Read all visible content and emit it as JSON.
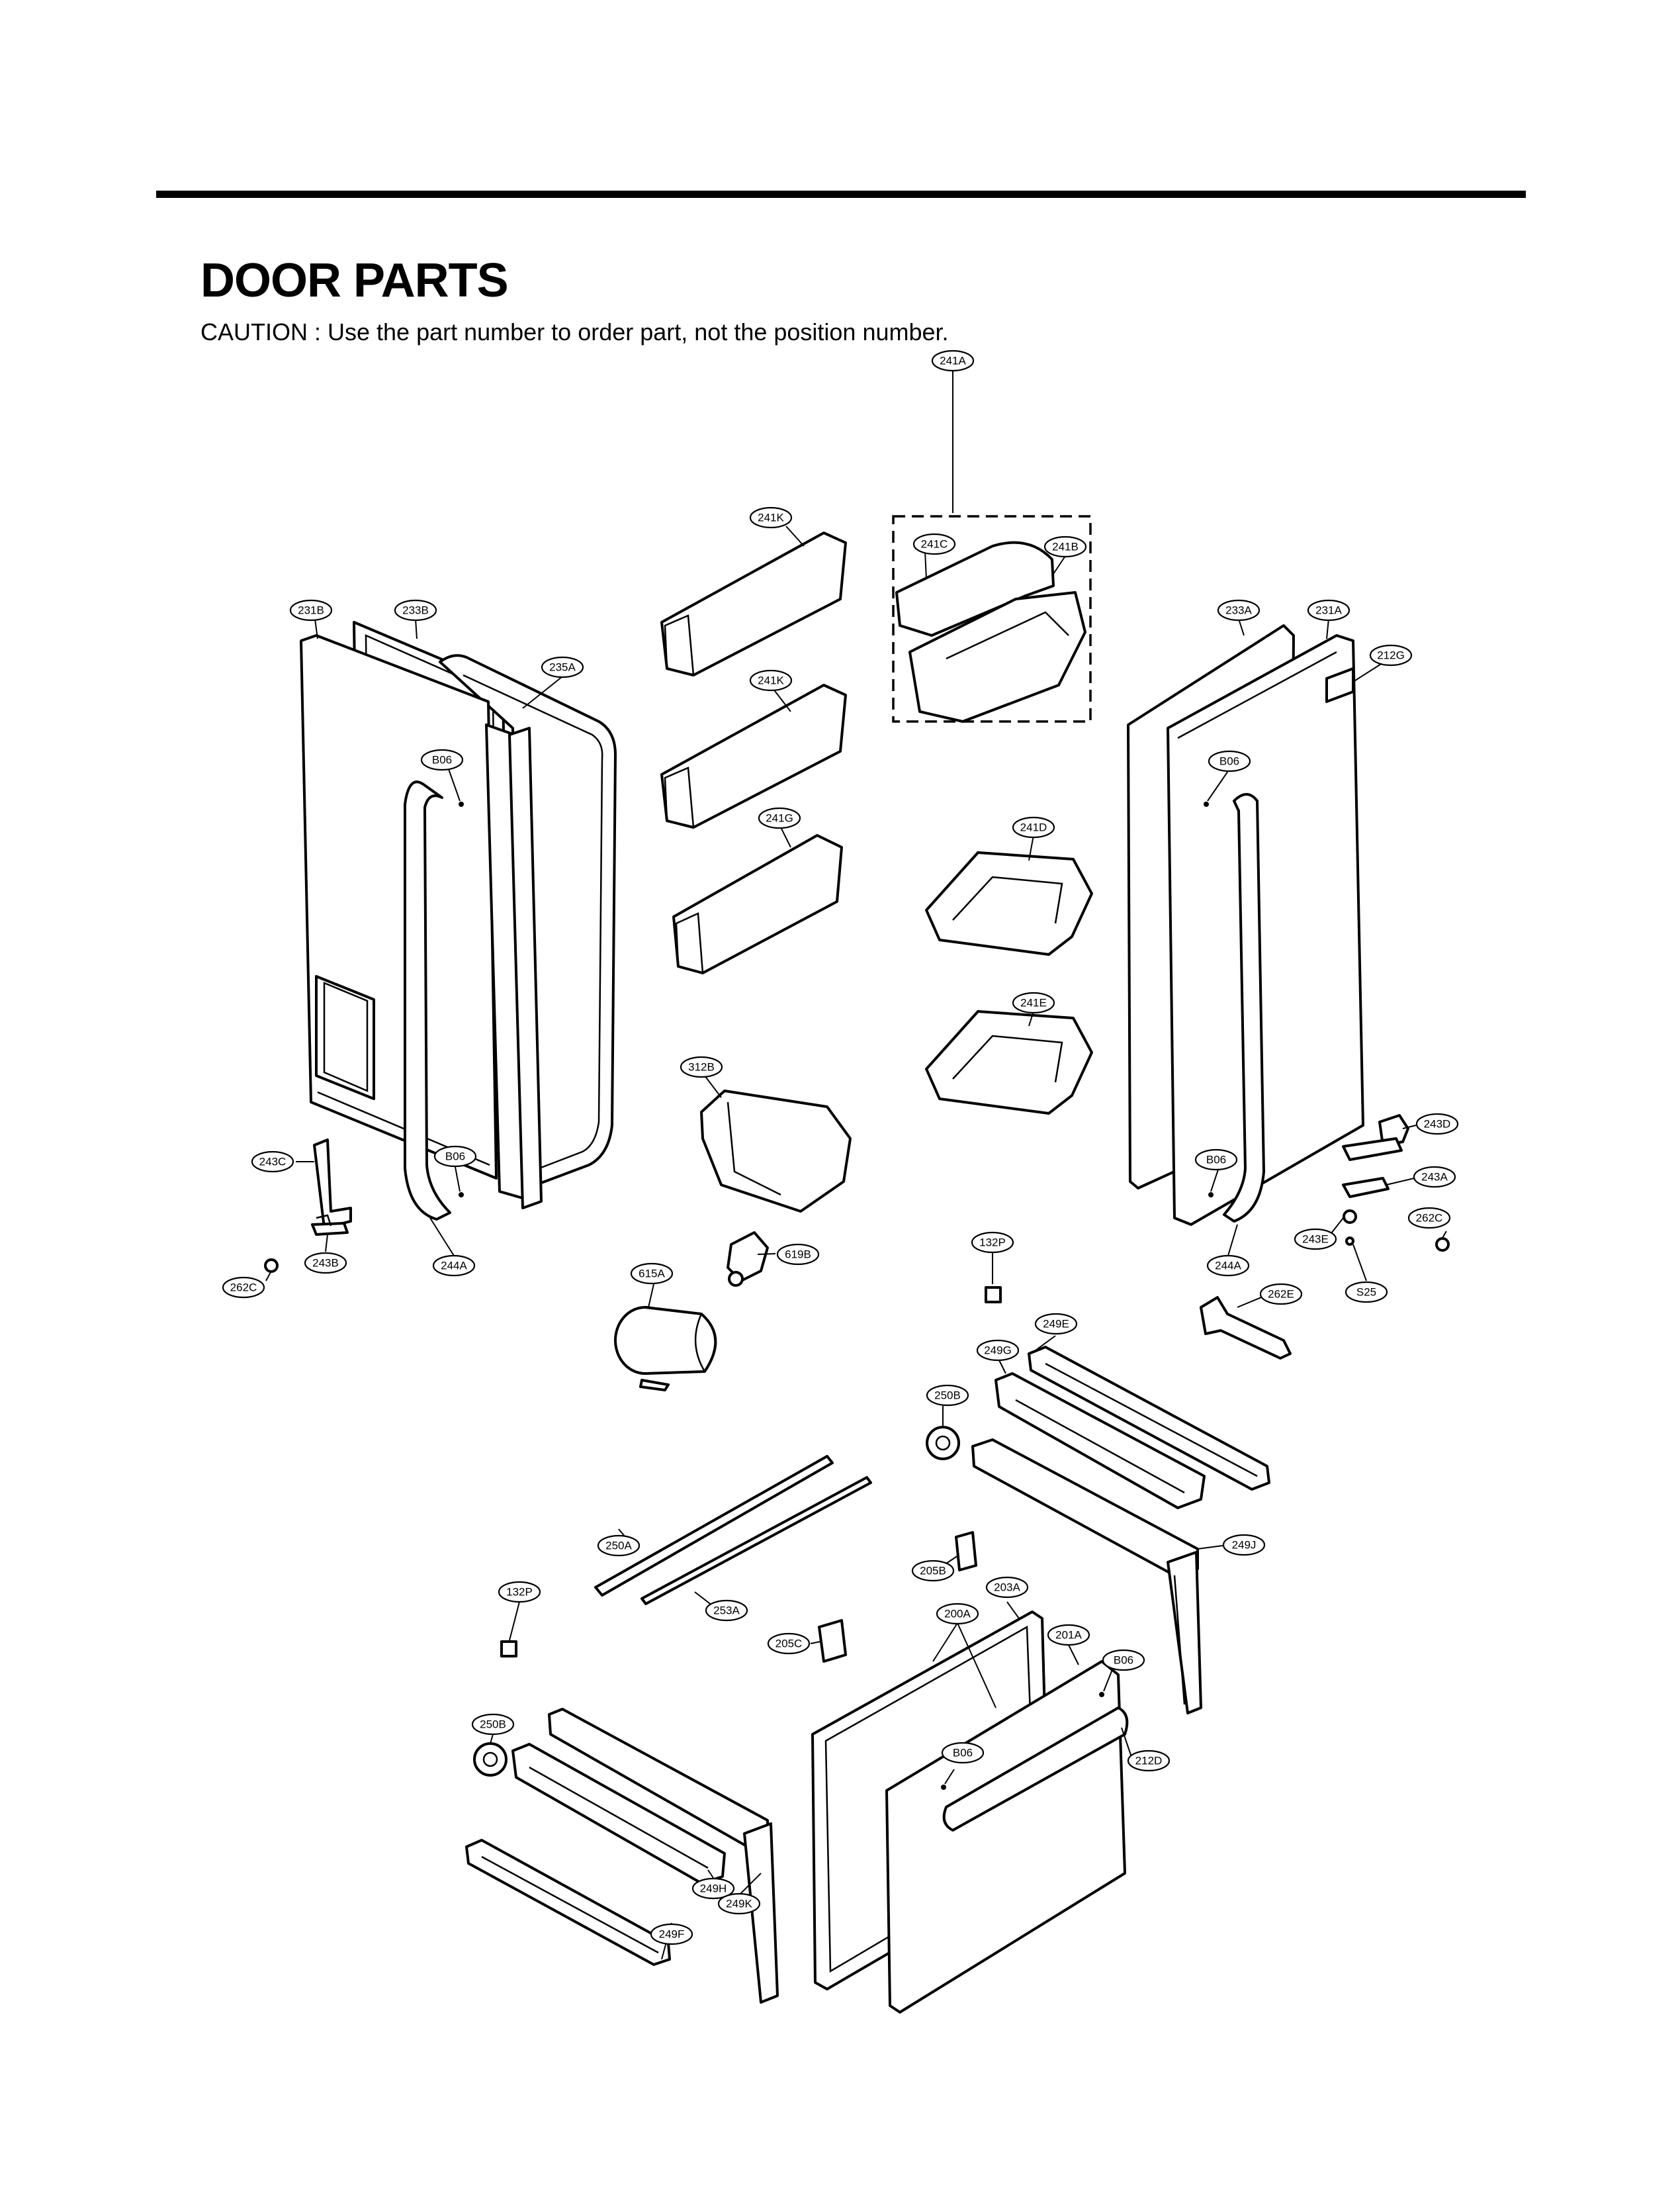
{
  "header": {
    "title": "DOOR PARTS",
    "caution": "CAUTION : Use the part number to order part, not the position number."
  },
  "callouts": [
    {
      "id": "c-241A",
      "label": "241A"
    },
    {
      "id": "c-241K-a",
      "label": "241K"
    },
    {
      "id": "c-241C",
      "label": "241C"
    },
    {
      "id": "c-241B",
      "label": "241B"
    },
    {
      "id": "c-231B",
      "label": "231B"
    },
    {
      "id": "c-233B",
      "label": "233B"
    },
    {
      "id": "c-233A",
      "label": "233A"
    },
    {
      "id": "c-231A",
      "label": "231A"
    },
    {
      "id": "c-235A",
      "label": "235A"
    },
    {
      "id": "c-241K-b",
      "label": "241K"
    },
    {
      "id": "c-212G",
      "label": "212G"
    },
    {
      "id": "c-B06-a",
      "label": "B06"
    },
    {
      "id": "c-B06-b",
      "label": "B06"
    },
    {
      "id": "c-241G",
      "label": "241G"
    },
    {
      "id": "c-241D",
      "label": "241D"
    },
    {
      "id": "c-241E",
      "label": "241E"
    },
    {
      "id": "c-312B",
      "label": "312B"
    },
    {
      "id": "c-243D",
      "label": "243D"
    },
    {
      "id": "c-243C",
      "label": "243C"
    },
    {
      "id": "c-B06-c",
      "label": "B06"
    },
    {
      "id": "c-B06-d",
      "label": "B06"
    },
    {
      "id": "c-243A",
      "label": "243A"
    },
    {
      "id": "c-262C-a",
      "label": "262C"
    },
    {
      "id": "c-243E",
      "label": "243E"
    },
    {
      "id": "c-244A-a",
      "label": "244A"
    },
    {
      "id": "c-619B",
      "label": "619B"
    },
    {
      "id": "c-132P-a",
      "label": "132P"
    },
    {
      "id": "c-244A-b",
      "label": "244A"
    },
    {
      "id": "c-243B",
      "label": "243B"
    },
    {
      "id": "c-262C-b",
      "label": "262C"
    },
    {
      "id": "c-615A",
      "label": "615A"
    },
    {
      "id": "c-S25",
      "label": "S25"
    },
    {
      "id": "c-262E",
      "label": "262E"
    },
    {
      "id": "c-249E",
      "label": "249E"
    },
    {
      "id": "c-249G",
      "label": "249G"
    },
    {
      "id": "c-250B-a",
      "label": "250B"
    },
    {
      "id": "c-250A",
      "label": "250A"
    },
    {
      "id": "c-249J",
      "label": "249J"
    },
    {
      "id": "c-205B",
      "label": "205B"
    },
    {
      "id": "c-203A",
      "label": "203A"
    },
    {
      "id": "c-132P-b",
      "label": "132P"
    },
    {
      "id": "c-253A",
      "label": "253A"
    },
    {
      "id": "c-200A",
      "label": "200A"
    },
    {
      "id": "c-205C",
      "label": "205C"
    },
    {
      "id": "c-201A",
      "label": "201A"
    },
    {
      "id": "c-B06-e",
      "label": "B06"
    },
    {
      "id": "c-250B-b",
      "label": "250B"
    },
    {
      "id": "c-B06-f",
      "label": "B06"
    },
    {
      "id": "c-212D",
      "label": "212D"
    },
    {
      "id": "c-249H",
      "label": "249H"
    },
    {
      "id": "c-249K",
      "label": "249K"
    },
    {
      "id": "c-249F",
      "label": "249F"
    }
  ]
}
